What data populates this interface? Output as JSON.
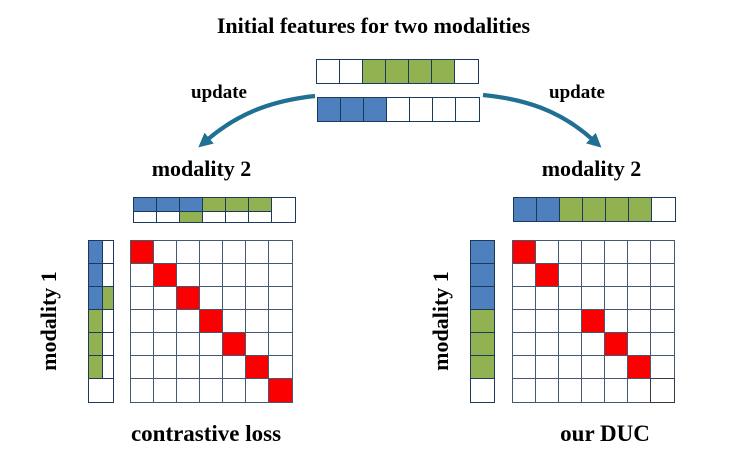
{
  "title": "Initial features for two modalities",
  "arrows": {
    "left_label": "update",
    "right_label": "update"
  },
  "colors": {
    "blue": "#4d80bc",
    "green": "#92b151",
    "red": "#fb0000",
    "white": "#ffffff",
    "vector_border": "#1c3a5e",
    "grid_border": "#44596e",
    "dark_border": "#3a3a3a",
    "arrow": "#1f7092",
    "text": "#000000"
  },
  "initial_vectors": {
    "modality2_row": [
      "white",
      "white",
      "green",
      "green",
      "green",
      "green",
      "white"
    ],
    "modality1_row": [
      "blue",
      "blue",
      "blue",
      "white",
      "white",
      "white",
      "white"
    ]
  },
  "left_panel": {
    "top_label": "modality 2",
    "side_label": "modality 1",
    "caption": "contrastive loss",
    "h_vector_main": [
      "blue",
      "blue",
      "blue",
      "green",
      "green",
      "green"
    ],
    "h_vector_sub": [
      "white",
      "white",
      "green",
      "white",
      "white",
      "white"
    ],
    "h_vector_tail": "white",
    "v_vector_main": [
      "blue",
      "blue",
      "blue",
      "green",
      "green",
      "green"
    ],
    "v_vector_sub": [
      "white",
      "white",
      "green",
      "white",
      "white",
      "white"
    ],
    "v_vector_tail": "white",
    "grid_size": 7,
    "red_cells": [
      [
        0,
        0
      ],
      [
        1,
        1
      ],
      [
        2,
        2
      ],
      [
        3,
        3
      ],
      [
        4,
        4
      ],
      [
        5,
        5
      ],
      [
        6,
        6
      ]
    ],
    "dark_cells": []
  },
  "right_panel": {
    "top_label": "modality 2",
    "side_label": "modality 1",
    "caption": "our DUC",
    "h_vector": [
      "blue",
      "blue",
      "green",
      "green",
      "green",
      "green",
      "white"
    ],
    "v_vector": [
      "blue",
      "blue",
      "blue",
      "green",
      "green",
      "green",
      "white"
    ],
    "grid_size": 7,
    "red_cells": [
      [
        0,
        0
      ],
      [
        1,
        1
      ],
      [
        3,
        3
      ],
      [
        4,
        4
      ],
      [
        5,
        5
      ]
    ],
    "dark_cells": [
      [
        6,
        6
      ]
    ]
  }
}
